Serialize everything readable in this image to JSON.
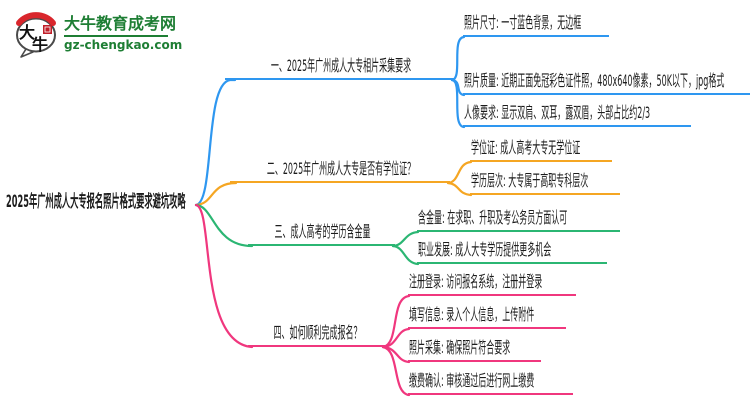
{
  "logo": {
    "brand": "大牛教育成考网",
    "domain": "gz-chengkao.com",
    "mark_text_top": "大",
    "mark_text_bottom": "牛",
    "brand_color": "#1e7e34",
    "seal_color": "#d9262c"
  },
  "root": {
    "title": "2025年广州成人大专报名照片格式要求避坑攻略"
  },
  "branches": [
    {
      "label": "一、2025年广州成人大专相片采集要求",
      "color": "#2e97f0",
      "children": [
        "照片尺寸: 一寸蓝色背景，无边框",
        "照片质量: 近期正面免冠彩色证件照，480x640像素，50K以下，jpg格式",
        "人像要求: 显示双肩、双耳，露双眉，头部占比约2/3"
      ]
    },
    {
      "label": "二、2025年广州成人大专是否有学位证？",
      "color": "#f5a623",
      "children": [
        "学位证: 成人高考大专无学位证",
        "学历层次: 大专属于高职专科层次"
      ]
    },
    {
      "label": "三、成人高考的学历含金量",
      "color": "#2bb673",
      "children": [
        "含金量: 在求职、升职及考公务员方面认可",
        "职业发展: 成人大专学历提供更多机会"
      ]
    },
    {
      "label": "四、如何顺利完成报名？",
      "color": "#f0377e",
      "children": [
        "注册登录: 访问报名系统，注册并登录",
        "填写信息: 录入个人信息，上传附件",
        "照片采集: 确保照片符合要求",
        "缴费确认: 审核通过后进行网上缴费"
      ]
    }
  ]
}
